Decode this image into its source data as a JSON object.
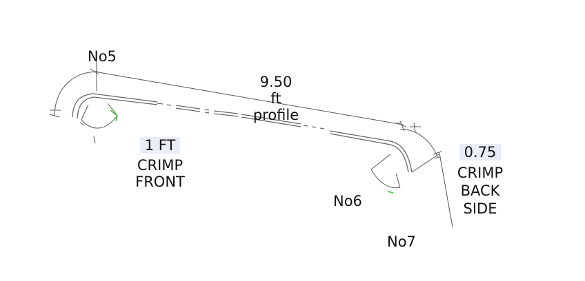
{
  "labels": {
    "no5": "No5",
    "no6": "No6",
    "no7": "No7",
    "length_value": "9.50",
    "length_unit": "ft",
    "length_caption": "profile",
    "front_size": "1 FT",
    "front_line1": "CRIMP",
    "front_line2": "FRONT",
    "back_size": "0.75",
    "back_line1": "CRIMP",
    "back_line2": "BACK",
    "back_line3": "SIDE"
  },
  "colors": {
    "line": "#555555",
    "profile": "#666666",
    "highlight": "#e9edf8",
    "accent": "#3cc13c",
    "text": "#111111"
  }
}
